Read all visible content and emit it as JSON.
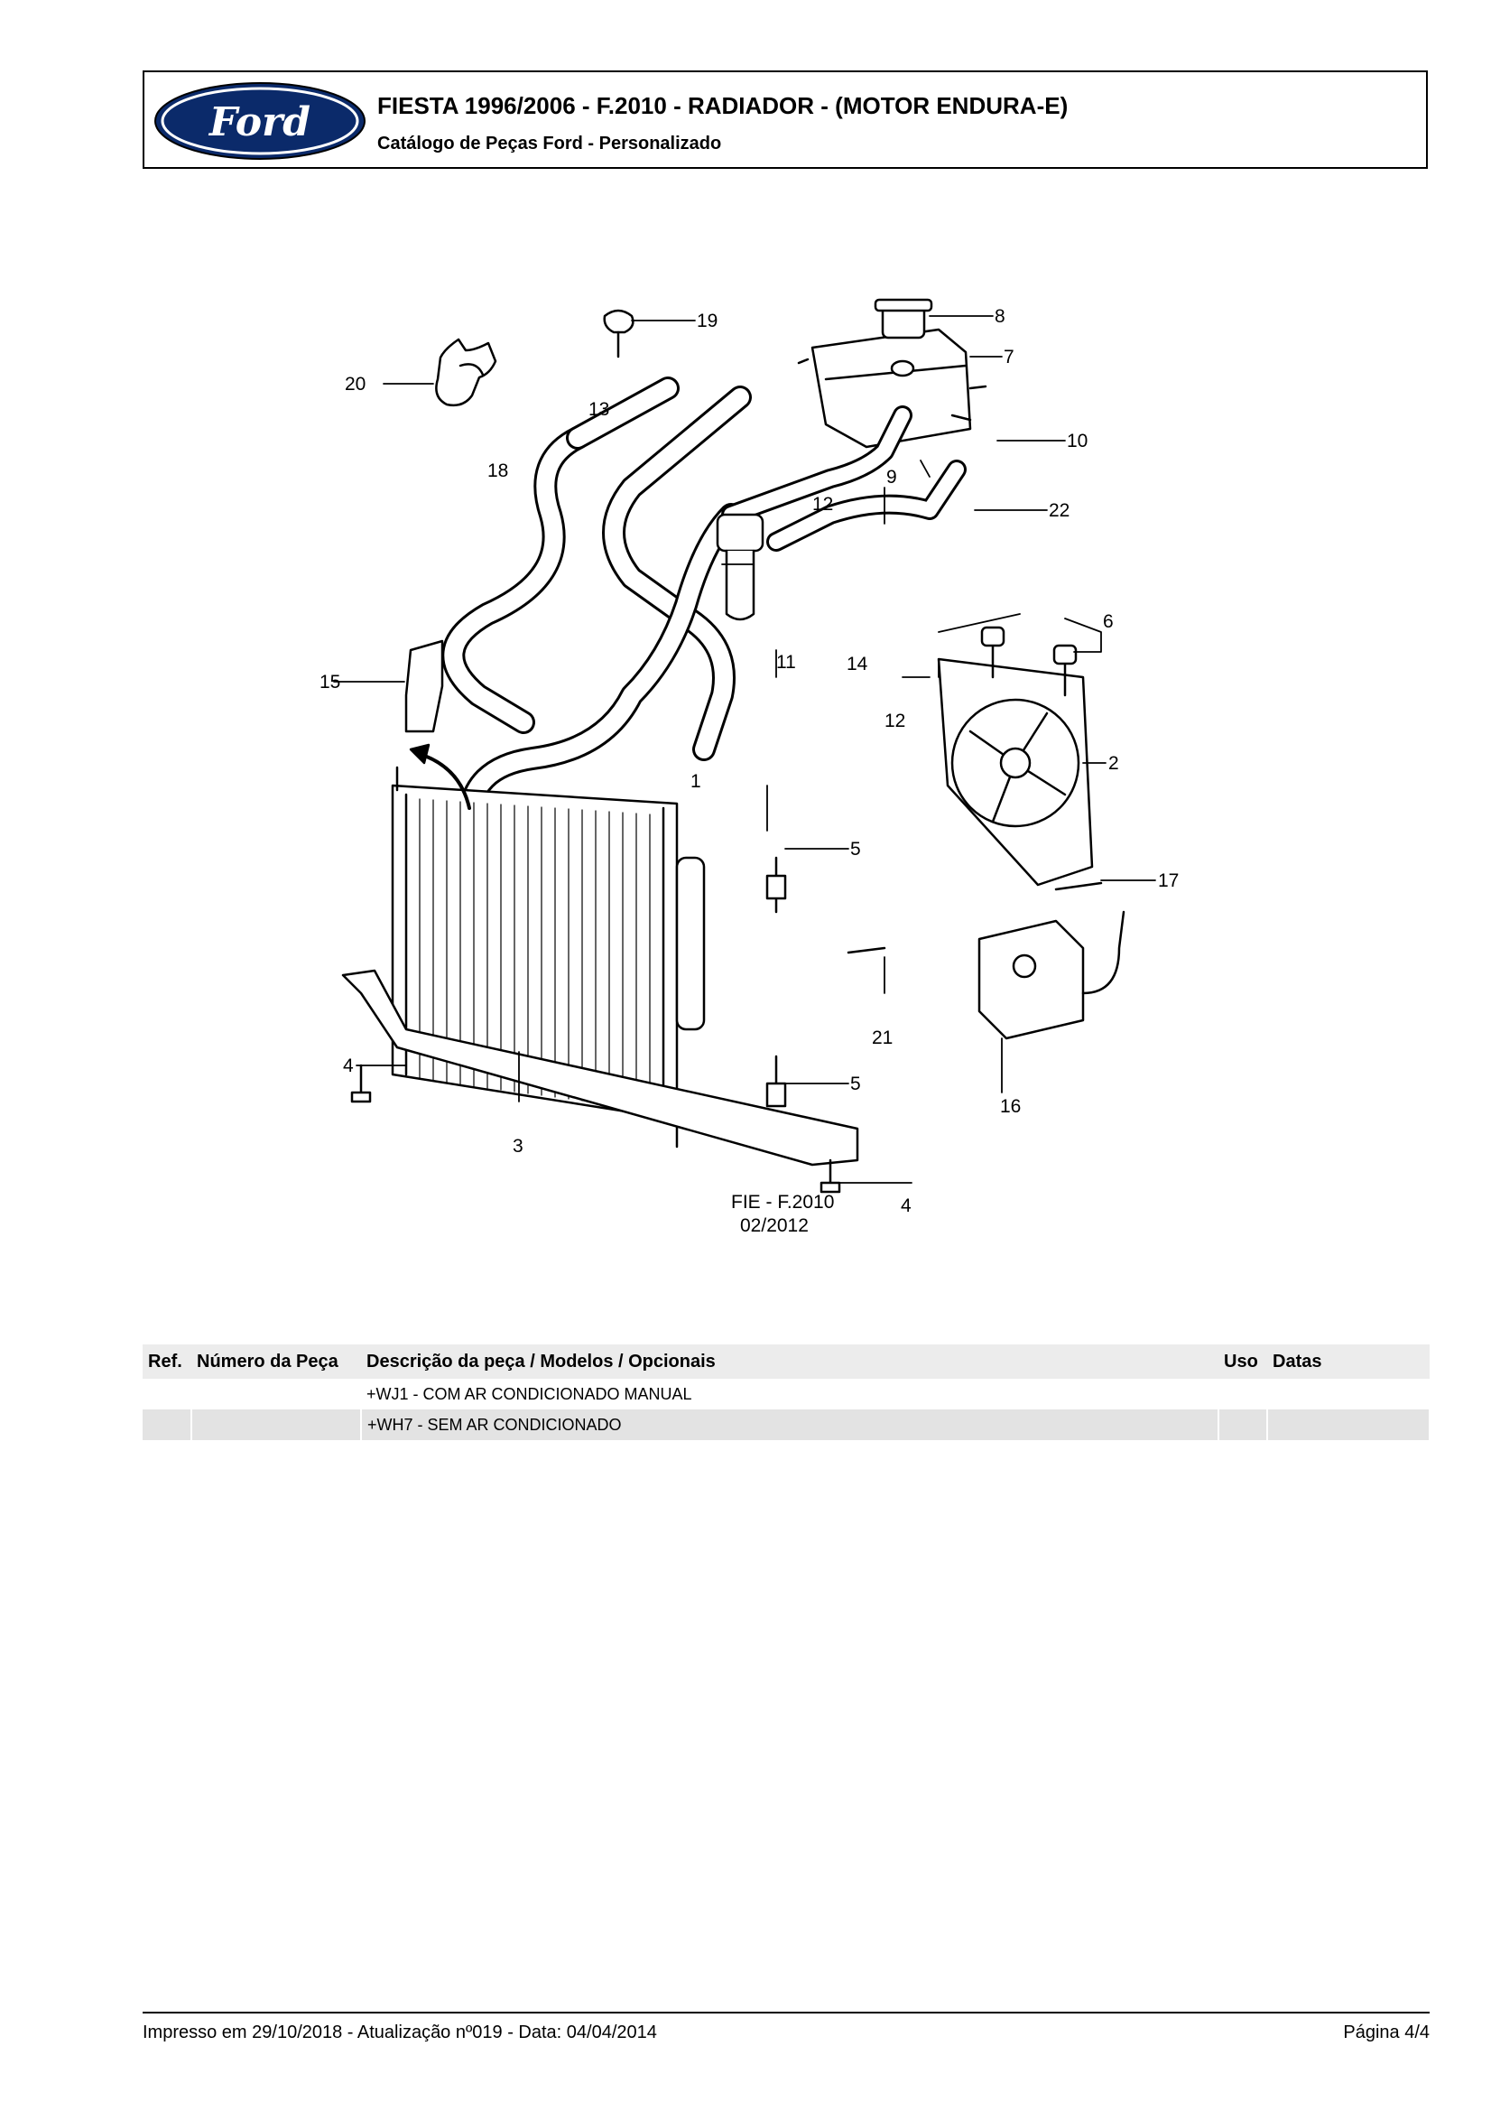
{
  "header": {
    "logo_text": "Ford",
    "title": "FIESTA 1996/2006 - F.2010 - RADIADOR - (MOTOR ENDURA-E)",
    "subtitle": "Catálogo de Peças Ford - Personalizado"
  },
  "diagram": {
    "callouts": [
      "19",
      "8",
      "7",
      "20",
      "13",
      "10",
      "9",
      "18",
      "22",
      "12",
      "6",
      "11",
      "14",
      "12",
      "15",
      "2",
      "1",
      "5",
      "17",
      "21",
      "4",
      "5",
      "16",
      "3",
      "4"
    ],
    "stamp_line1": "FIE - F.2010",
    "stamp_line2": "02/2012"
  },
  "table": {
    "headers": [
      "Ref.",
      "Número da Peça",
      "Descrição da peça / Modelos / Opcionais",
      "Uso",
      "Datas"
    ],
    "rows": [
      [
        "",
        "",
        "+WJ1 - COM AR CONDICIONADO MANUAL",
        "",
        ""
      ],
      [
        "",
        "",
        "+WH7 - SEM AR CONDICIONADO",
        "",
        ""
      ]
    ]
  },
  "footer": {
    "printed": "Impresso em 29/10/2018 - Atualização nº019 - Data: 04/04/2014",
    "page": "Página 4/4"
  }
}
